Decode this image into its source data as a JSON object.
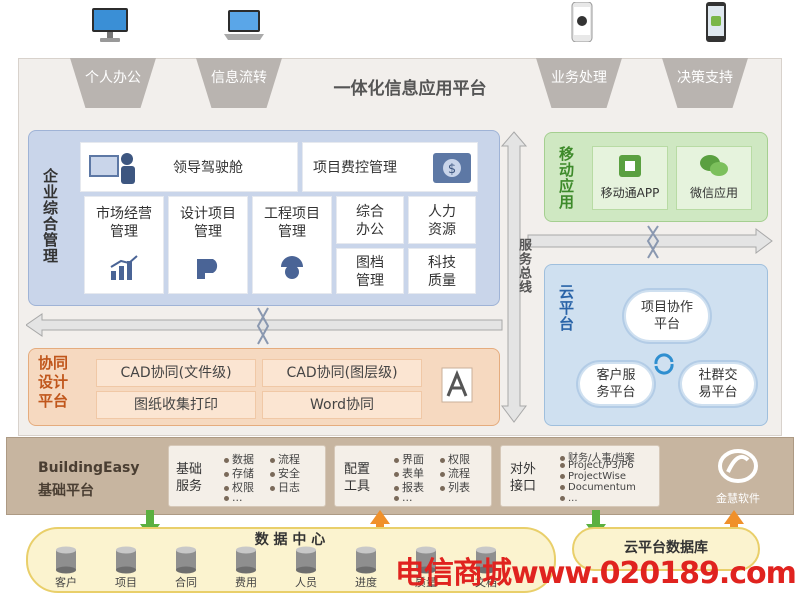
{
  "platform_title": "一体化信息应用平台",
  "top_tabs": [
    "个人办公",
    "信息流转",
    "业务处理",
    "决策支持"
  ],
  "enterprise": {
    "title": "企业综合管理",
    "leader": "领导驾驶舱",
    "project_cost": "项目费控管理",
    "modules": [
      "市场经营管理",
      "设计项目管理",
      "工程项目管理"
    ],
    "small": [
      "综合办公",
      "人力资源",
      "图档管理",
      "科技质量"
    ]
  },
  "mobile": {
    "title": "移动应用",
    "items": [
      "移动通APP",
      "微信应用"
    ]
  },
  "bus_label": "服务总线",
  "cloud": {
    "title": "云平台",
    "items": [
      "项目协作平台",
      "客户服务平台",
      "社群交易平台"
    ]
  },
  "collab": {
    "title": "协同设计平台",
    "items": [
      "CAD协同(文件级)",
      "CAD协同(图层级)",
      "图纸收集打印",
      "Word协同"
    ]
  },
  "base": {
    "title_en": "BuildingEasy",
    "title_cn": "基础平台",
    "groups": [
      {
        "label": "基础服务",
        "items": [
          "数据",
          "流程",
          "存储",
          "安全",
          "权限",
          "日志",
          "..."
        ]
      },
      {
        "label": "配置工具",
        "items": [
          "界面",
          "权限",
          "表单",
          "流程",
          "报表",
          "列表",
          "..."
        ]
      },
      {
        "label": "对外接口",
        "items": [
          "财务/人事/档案",
          "Project/P3/P6",
          "ProjectWise",
          "Documentum",
          "..."
        ]
      }
    ],
    "brand": "金慧软件"
  },
  "data_center": {
    "title": "数 据 中 心",
    "items": [
      "客户",
      "项目",
      "合同",
      "费用",
      "人员",
      "进度",
      "质量",
      "文档"
    ]
  },
  "cloud_db": "云平台数据库",
  "watermark": "电信商城www.020189.com"
}
